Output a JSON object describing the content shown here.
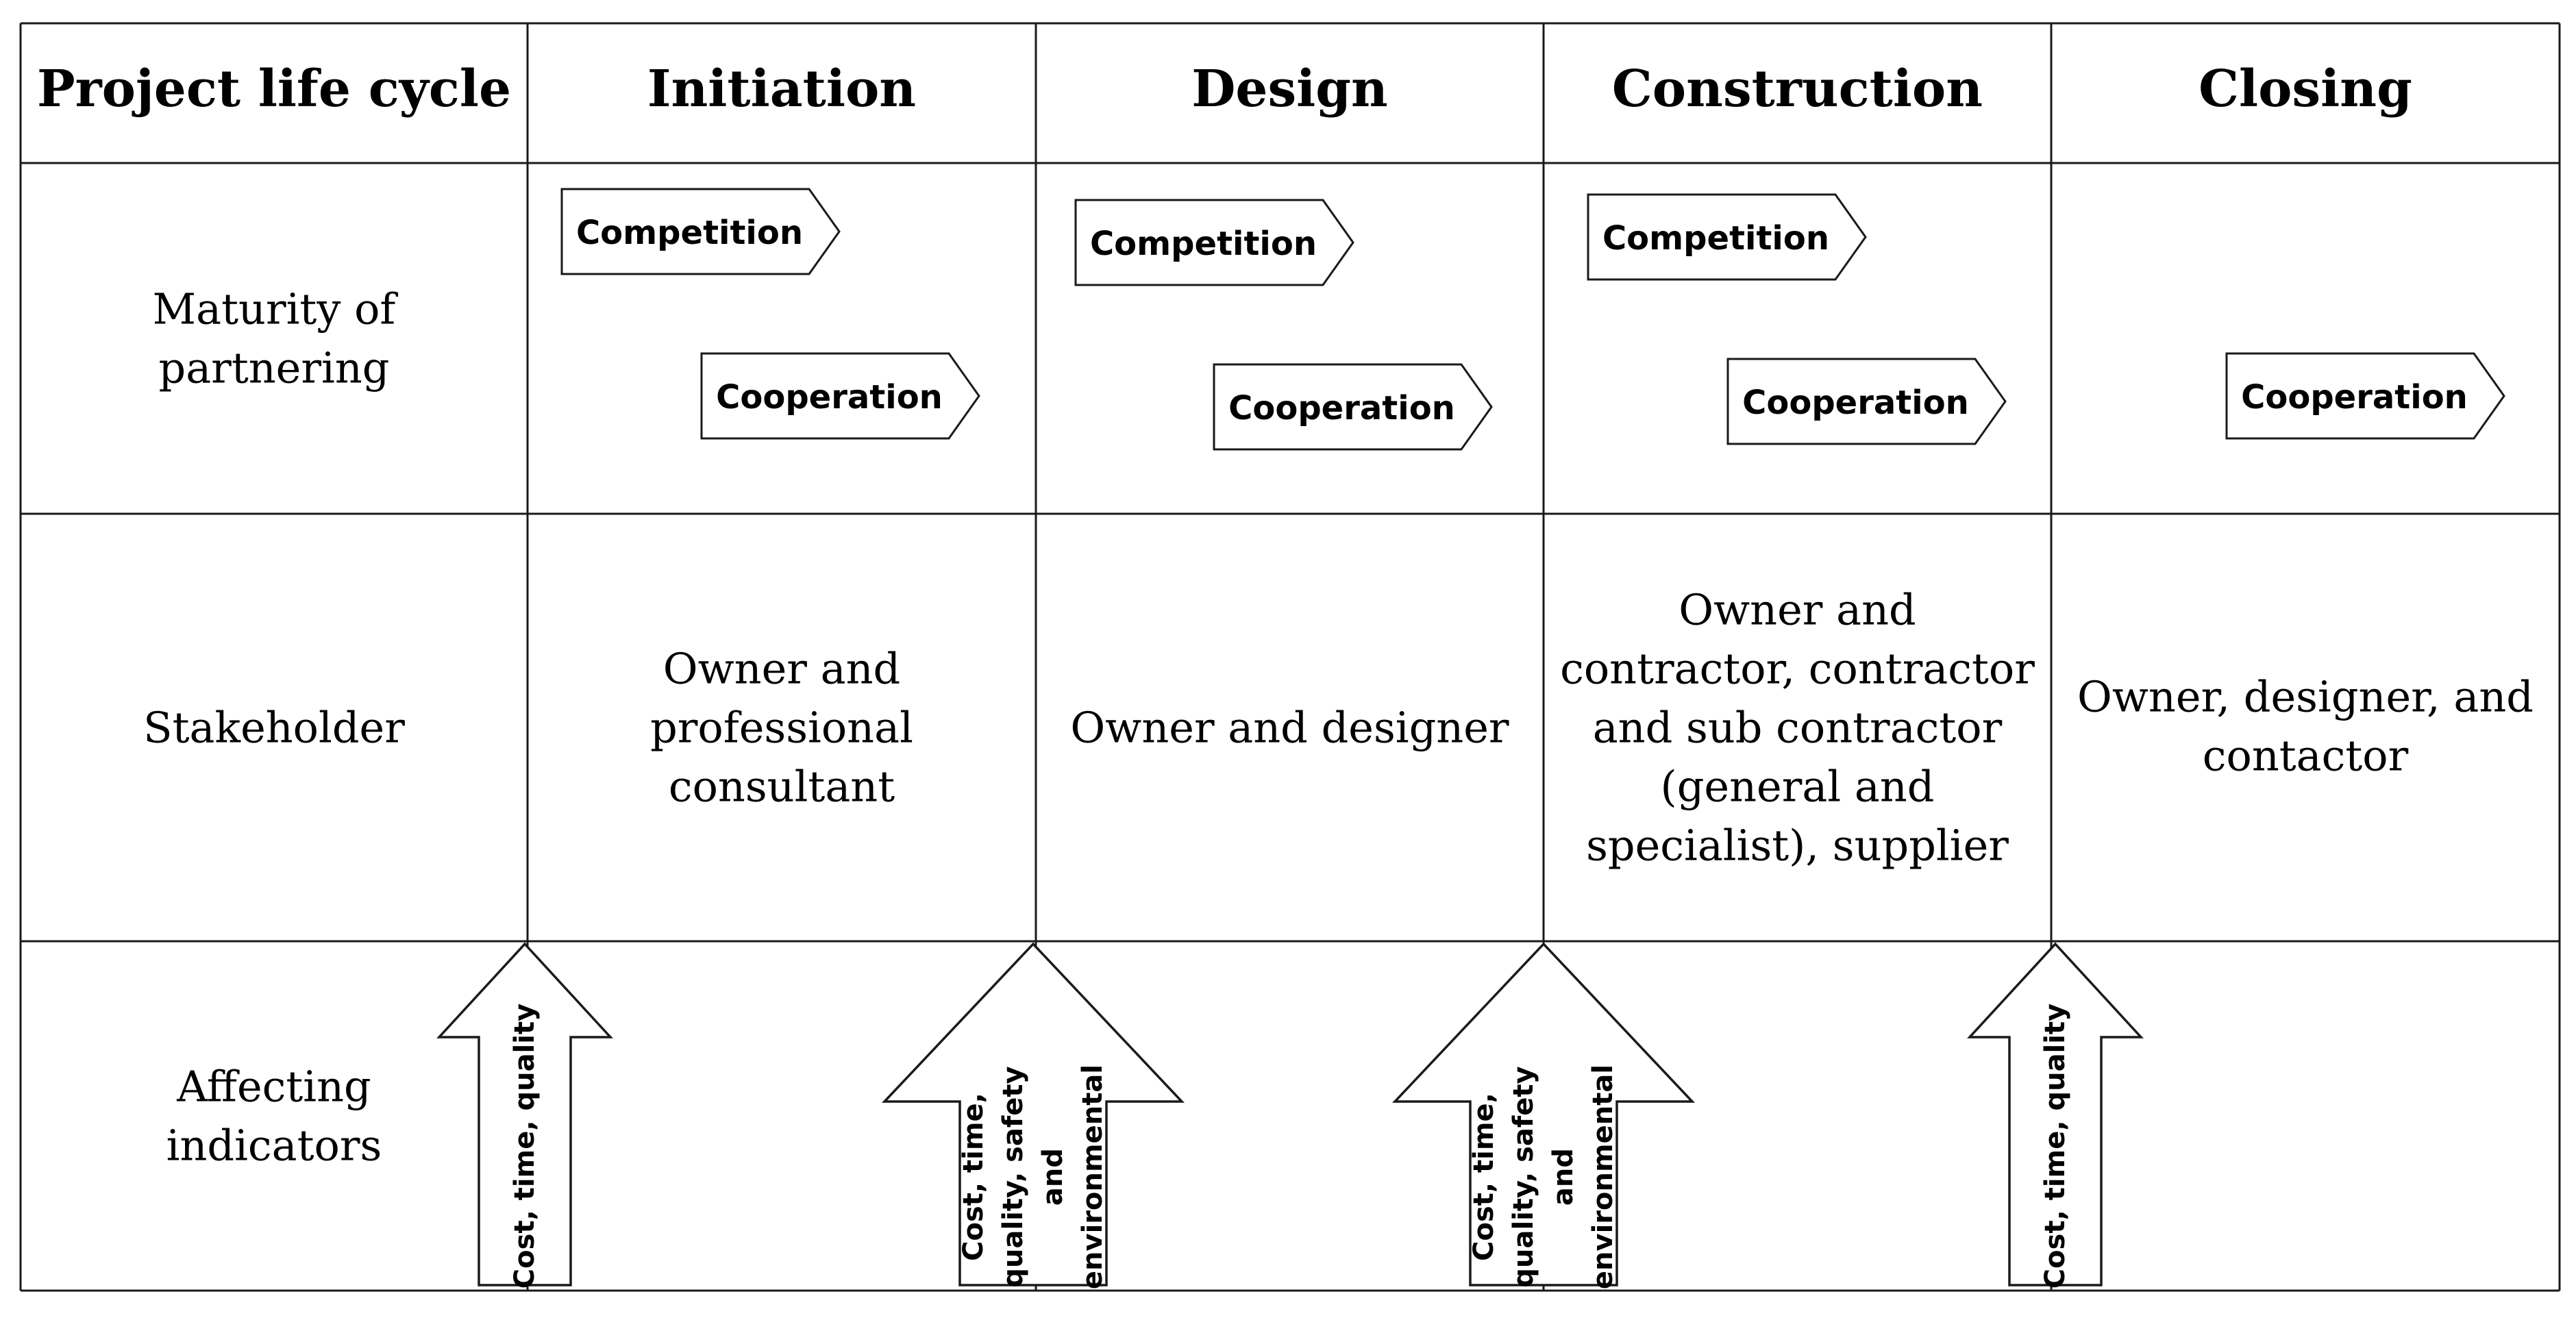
{
  "header": {
    "row_title": "Project life cycle",
    "phases": [
      "Initiation",
      "Design",
      "Construction",
      "Closing"
    ]
  },
  "rows": {
    "maturity": {
      "label": [
        "Maturity of",
        "partnering"
      ],
      "cells": [
        {
          "tags": [
            "Competition",
            "Cooperation"
          ]
        },
        {
          "tags": [
            "Competition",
            "Cooperation"
          ]
        },
        {
          "tags": [
            "Competition",
            "Cooperation"
          ]
        },
        {
          "tags": [
            "Cooperation"
          ]
        }
      ]
    },
    "stakeholder": {
      "label": [
        "Stakeholder"
      ],
      "cells": [
        [
          "Owner and",
          "professional",
          "consultant"
        ],
        [
          "Owner and designer"
        ],
        [
          "Owner and",
          "contractor, contractor",
          "and sub contractor",
          "(general and",
          "specialist), supplier"
        ],
        [
          "Owner, designer, and",
          "contactor"
        ]
      ]
    },
    "indicators": {
      "label": [
        "Affecting",
        "indicators"
      ],
      "arrows": [
        {
          "lines": [
            "Cost, time, quality"
          ],
          "style": "narrow"
        },
        {
          "lines": [
            "Cost, time,",
            "quality, safety",
            "and",
            "environmental"
          ],
          "style": "wide"
        },
        {
          "lines": [
            "Cost, time,",
            "quality, safety",
            "and",
            "environmental"
          ],
          "style": "wide"
        },
        {
          "lines": [
            "Cost, time, quality"
          ],
          "style": "narrow"
        }
      ]
    }
  },
  "colors": {
    "line": "#1a1a1a",
    "background": "#ffffff",
    "text": "#000000"
  }
}
